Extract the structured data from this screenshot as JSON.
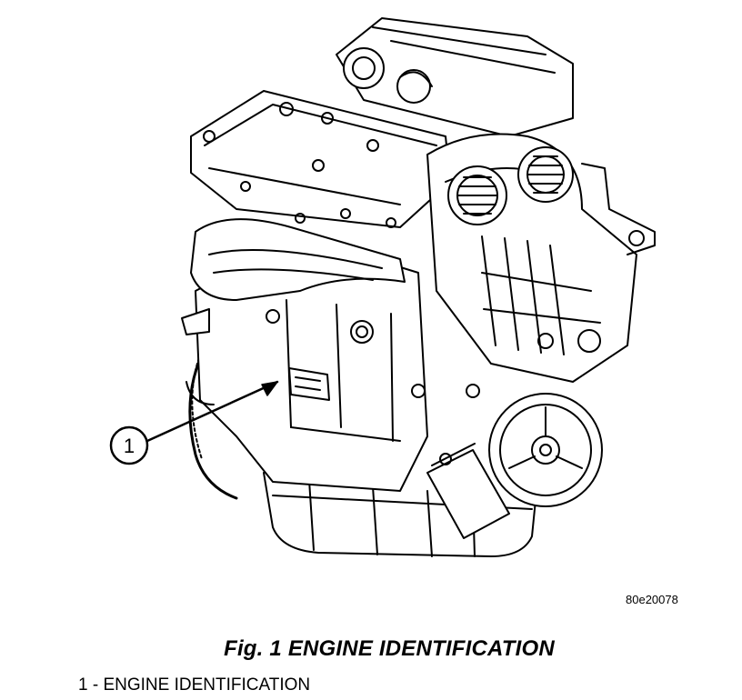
{
  "figure": {
    "code": "80e20078",
    "caption": "Fig. 1 ENGINE IDENTIFICATION",
    "callouts": [
      {
        "number": "1",
        "description": "ENGINE IDENTIFICATION"
      }
    ]
  },
  "legend": {
    "separator": " - "
  }
}
